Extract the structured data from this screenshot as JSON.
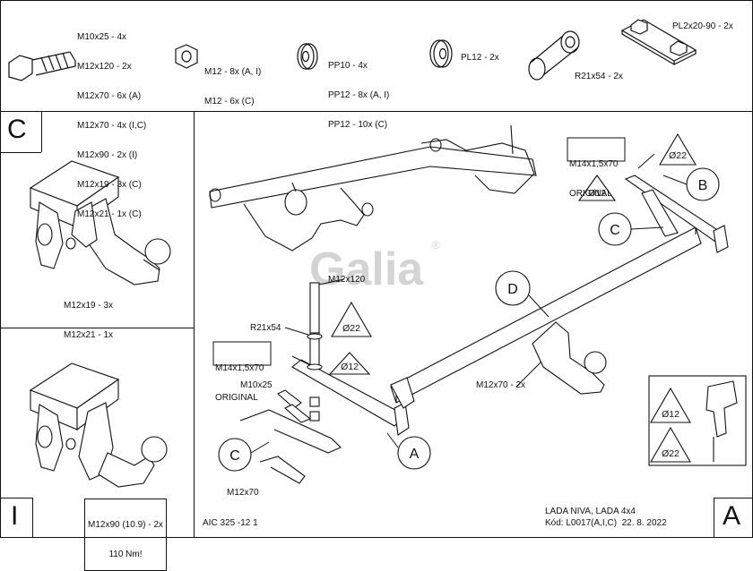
{
  "parts": {
    "bolt_m10": [
      "M10x25 - 4x",
      "M12x120 - 2x",
      "M12x70 - 6x (A)",
      "M12x70 - 4x (I,C)",
      "M12x90 - 2x (I)",
      "M12x19 - 3x (C)",
      "M12x21 - 1x (C)"
    ],
    "nut": [
      "M12 - 8x (A, I)",
      "M12 - 6x (C)"
    ],
    "washer_pp": [
      "PP10 - 4x",
      "PP12 - 8x (A, I)",
      "PP12 - 10x (C)"
    ],
    "washer_pl": "PL12 - 2x",
    "tube": "R21x54 - 2x",
    "plate": "PL2x20-90 - 2x"
  },
  "panels": {
    "c_letter": "C",
    "c_bolts": [
      "M12x19 - 3x",
      "M12x21 - 1x"
    ],
    "i_letter": "I",
    "i_bolt": [
      "M12x90 (10.9) - 2x",
      "110 Nm!"
    ],
    "a_letter": "A"
  },
  "main": {
    "brand": "Galia",
    "m12x120": "M12x120",
    "r21x54": "R21x54",
    "m14_a": [
      "M14x1,5x70",
      "ORIGINAL"
    ],
    "m14_b": [
      "M14x1,5x70",
      "ORIGINAL"
    ],
    "m10x25": "M10x25",
    "m12x70_left": "M12x70",
    "m12x70_right": "M12x70 - 2x",
    "d22": "Ø22",
    "d12": "Ø12",
    "labels": [
      "A",
      "B",
      "C",
      "C",
      "D"
    ],
    "drill_d12": "Ø12",
    "drill_d22": "Ø22"
  },
  "footer": {
    "code": "AIC 325 -12 1",
    "model": "LADA NIVA, LADA 4x4",
    "kod": "Kód: L0017(A,I,C)  22. 8. 2022"
  }
}
